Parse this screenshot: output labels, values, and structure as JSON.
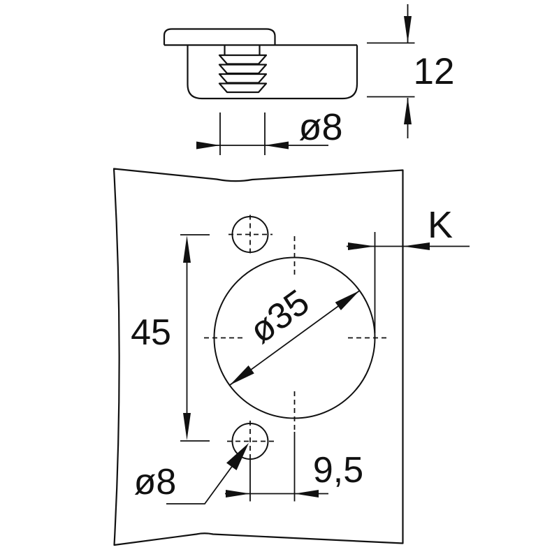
{
  "labels": {
    "side_view": {
      "cup_depth": "12",
      "dowel_diameter": "ø8"
    },
    "front_view": {
      "cup_diameter": "ø35",
      "hole_spacing": "45",
      "edge_distance": "K",
      "cup_center_offset": "9,5",
      "dowel_hole_diameter": "ø8"
    }
  },
  "colors": {
    "line": "#111111",
    "background": "#ffffff"
  }
}
